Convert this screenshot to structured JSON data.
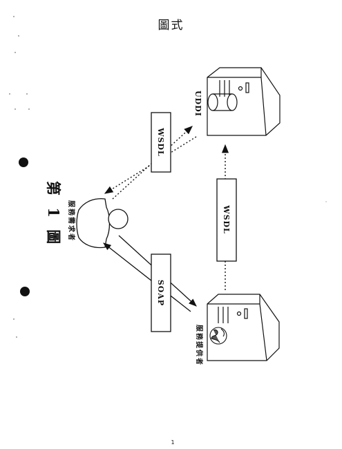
{
  "page": {
    "header": "圖式",
    "page_number": "1"
  },
  "figure": {
    "caption": "第 1 圖"
  },
  "nodes": {
    "requester": "服務需求者",
    "registry": "UDDI",
    "provider": "服務提供者"
  },
  "messages": {
    "top": "WSDL",
    "right": "WSDL",
    "bottom": "SOAP"
  }
}
